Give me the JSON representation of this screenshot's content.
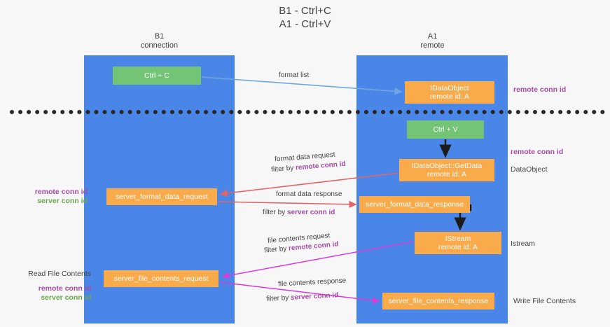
{
  "title": {
    "line1": "B1 - Ctrl+C",
    "line2": "A1 - Ctrl+V"
  },
  "lanes": [
    {
      "id": "b1",
      "name": "B1",
      "role": "connection"
    },
    {
      "id": "a1",
      "name": "A1",
      "role": "remote"
    }
  ],
  "colors": {
    "lane": "#4a86e8",
    "box_orange": "#f9ab4b",
    "box_green": "#74c476",
    "remote_conn_id": "#a64ca6",
    "server_conn_id": "#6aa84f",
    "arrow_blue": "#6fa8dc",
    "arrow_red": "#e06666",
    "arrow_magenta": "#d83bd8",
    "arrow_black": "#1c1c1c",
    "divider": "#262626",
    "background": "#f7f7f7"
  },
  "boxes": {
    "ctrl_c": {
      "label": "Ctrl + C",
      "style": "green"
    },
    "idataobject": {
      "line1": "IDataObject",
      "line2": "remote id: A",
      "style": "orange"
    },
    "ctrl_v": {
      "label": "Ctrl + V",
      "style": "green"
    },
    "getdata": {
      "line1": "IDataObject::GetData",
      "line2": "remote id: A",
      "style": "orange"
    },
    "server_format_data_request": {
      "label": "server_format_data_request",
      "style": "orange"
    },
    "server_format_data_response": {
      "label": "server_format_data_response",
      "style": "orange"
    },
    "istream": {
      "line1": "IStream",
      "line2": "remote id: A",
      "style": "orange"
    },
    "server_file_contents_request": {
      "label": "server_file_contents_request",
      "style": "orange"
    },
    "server_file_contents_response": {
      "label": "server_file_contents_response",
      "style": "orange"
    }
  },
  "connector_labels": {
    "format_list": "format list",
    "format_data_request": "format data request",
    "format_data_request_filter_prefix": "filter by ",
    "format_data_request_filter_key": "remote conn id",
    "format_data_response": "format data response",
    "format_data_response_filter_prefix": "filter by ",
    "format_data_response_filter_key": "server conn id",
    "file_contents_request": "file contents request",
    "file_contents_request_filter_prefix": "filter by ",
    "file_contents_request_filter_key": "remote conn id",
    "file_contents_response": "file contents response",
    "file_contents_response_filter_prefix": "filter by ",
    "file_contents_response_filter_key": "server conn id"
  },
  "right_labels": {
    "remote_conn_id_top": "remote conn id",
    "remote_conn_id_mid": "remote conn id",
    "dataobject": "DataObject",
    "istream": "Istream",
    "write_file_contents": "Write File Contents"
  },
  "left_labels": {
    "remote_conn_id_1": "remote conn id",
    "server_conn_id_1": "server conn id",
    "read_file_contents": "Read File Contents",
    "remote_conn_id_2": "remote conn id",
    "server_conn_id_2": "server conn id"
  }
}
